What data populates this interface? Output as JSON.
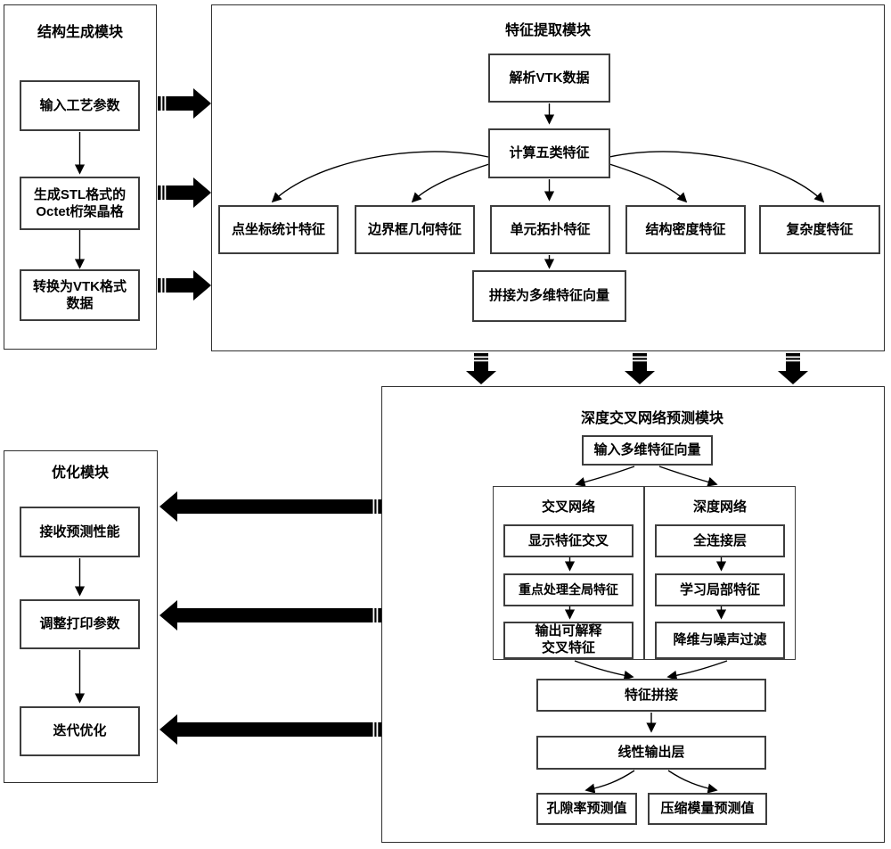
{
  "diagram": {
    "structure_module": {
      "title": "结构生成模块",
      "boxes": [
        "输入工艺参数",
        "生成STL格式的\nOctet桁架晶格",
        "转换为VTK格式\n数据"
      ]
    },
    "feature_module": {
      "title": "特征提取模块",
      "parse_box": "解析VTK数据",
      "compute_box": "计算五类特征",
      "feature_boxes": [
        "点坐标统计特征",
        "边界框几何特征",
        "单元拓扑特征",
        "结构密度特征",
        "复杂度特征"
      ],
      "concat_box": "拼接为多维特征向量"
    },
    "optimization_module": {
      "title": "优化模块",
      "boxes": [
        "接收预测性能",
        "调整打印参数",
        "迭代优化"
      ]
    },
    "dcn_module": {
      "title": "深度交叉网络预测模块",
      "input_box": "输入多维特征向量",
      "cross_network": {
        "title": "交叉网络",
        "boxes": [
          "显示特征交叉",
          "重点处理全局特征",
          "输出可解释\n交叉特征"
        ]
      },
      "deep_network": {
        "title": "深度网络",
        "boxes": [
          "全连接层",
          "学习局部特征",
          "降维与噪声过滤"
        ]
      },
      "concat_box": "特征拼接",
      "linear_box": "线性输出层",
      "output_boxes": [
        "孔隙率预测值",
        "压缩模量预测值"
      ]
    }
  },
  "colors": {
    "line": "#000000",
    "box_border": "#3d3d3d",
    "module_border": "#2f2f2f",
    "background": "#ffffff",
    "text": "#000000"
  }
}
